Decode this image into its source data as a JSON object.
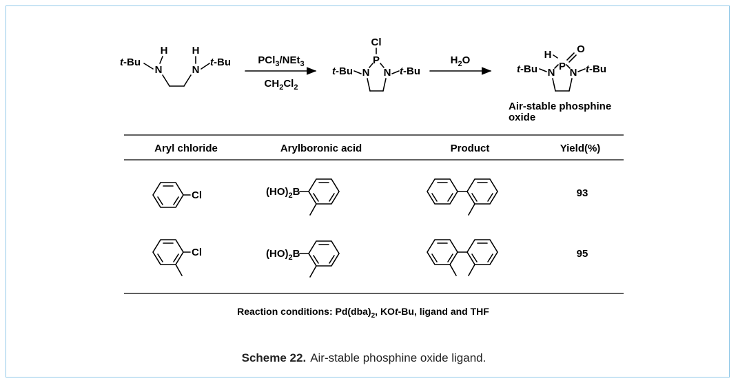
{
  "scheme": {
    "reactant": {
      "left_group": "t-Bu",
      "right_group": "t-Bu",
      "atom_N": "N",
      "atom_H": "H"
    },
    "step1": {
      "reagent_top": "PCl3/NEt3",
      "reagent_bottom": "CH2Cl2"
    },
    "intermediate": {
      "atom_Cl": "Cl",
      "atom_P": "P",
      "left_group": "t-Bu",
      "right_group": "t-Bu",
      "atom_N": "N"
    },
    "step2": {
      "reagent_top": "H2O"
    },
    "product": {
      "atom_H": "H",
      "atom_O": "O",
      "atom_P": "P",
      "left_group": "t-Bu",
      "right_group": "t-Bu",
      "atom_N": "N",
      "label_line1": "Air-stable phosphine",
      "label_line2": "oxide"
    }
  },
  "table": {
    "headers": [
      "Aryl chloride",
      "Arylboronic acid",
      "Product",
      "Yield(%)"
    ],
    "rows": [
      {
        "aryl_chloride": "chlorobenzene",
        "aryl_label": "Cl",
        "boronic_label": "(HO)2B",
        "product": "2-methylbiphenyl",
        "yield": "93"
      },
      {
        "aryl_chloride": "2-chlorotoluene",
        "aryl_label": "Cl",
        "boronic_label": "(HO)2B",
        "product": "2,2'-dimethylbiphenyl",
        "yield": "95"
      }
    ]
  },
  "conditions": {
    "prefix": "Reaction conditions:",
    "text": "Pd(dba)2, KOt-Bu, ligand and THF"
  },
  "caption": {
    "label": "Scheme 22.",
    "text": "Air-stable phosphine oxide ligand."
  },
  "colors": {
    "frame_border": "#8fc8e8",
    "ink": "#000000"
  }
}
